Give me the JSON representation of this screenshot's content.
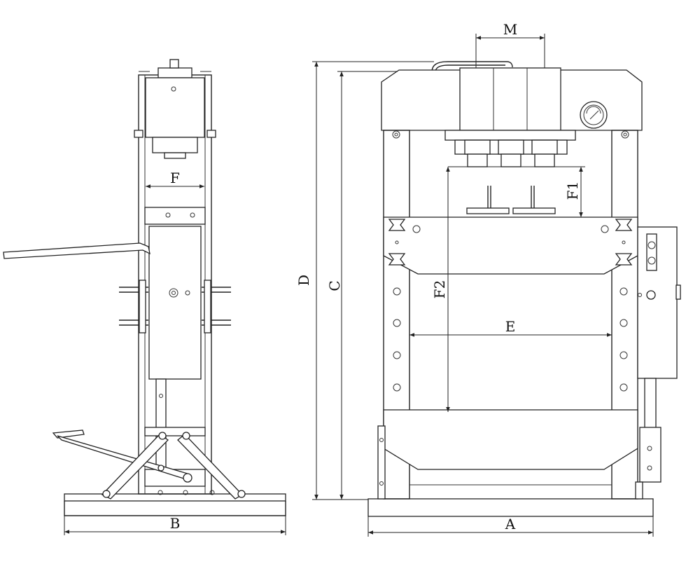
{
  "labels": {
    "A": "A",
    "B": "B",
    "C": "C",
    "D": "D",
    "E": "E",
    "F": "F",
    "F1": "F1",
    "F2": "F2",
    "M": "M"
  }
}
